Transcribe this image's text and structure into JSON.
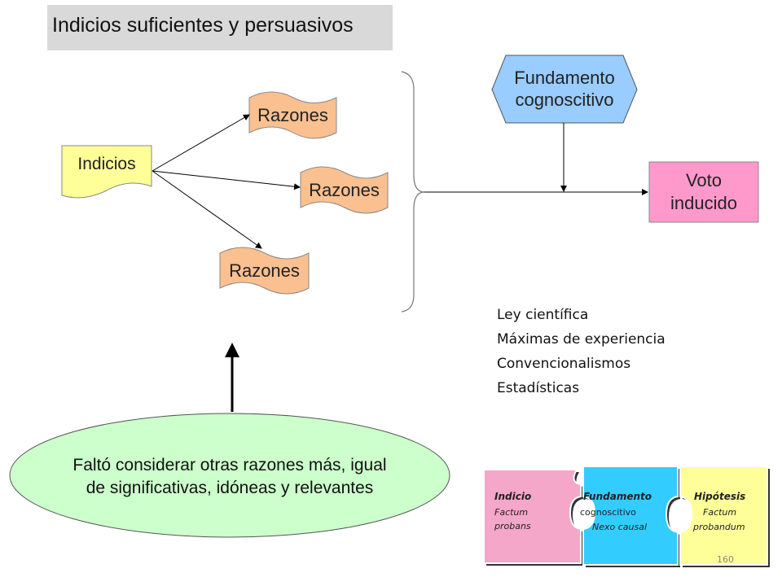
{
  "title": "Indicios suficientes y persuasivos",
  "indicios_label": "Indicios",
  "razones": [
    "Razones",
    "Razones",
    "Razones"
  ],
  "fundamento_label": [
    "Fundamento",
    "cognoscitivo"
  ],
  "voto_label": [
    "Voto",
    "inducido"
  ],
  "criteria": [
    "Ley científica",
    "Máximas de experiencia",
    "Convencionalismos",
    "Estadísticas"
  ],
  "oval_text": [
    "Faltó considerar otras razones más, igual",
    "de significativas, idóneas y relevantes"
  ],
  "puzzle": {
    "indicio": {
      "title": "Indicio",
      "lines": [
        "Factum",
        "probans"
      ]
    },
    "fundamento": {
      "title": "Fundamento",
      "lines": [
        "cognoscitivo",
        "Nexo causal"
      ]
    },
    "hipotesis": {
      "title": "Hipótesis",
      "lines": [
        "Factum",
        "probandum"
      ]
    }
  },
  "page_number": "160",
  "colors": {
    "indicios_fill": "#ffff99",
    "razones_fill": "#fac090",
    "fundamento_fill": "#99ccff",
    "voto_fill": "#ff99cc",
    "oval_fill": "#ccffcc",
    "puzzle_pink": "#f4a7c8",
    "puzzle_cyan": "#33ccff",
    "puzzle_yellow": "#ffff99"
  }
}
